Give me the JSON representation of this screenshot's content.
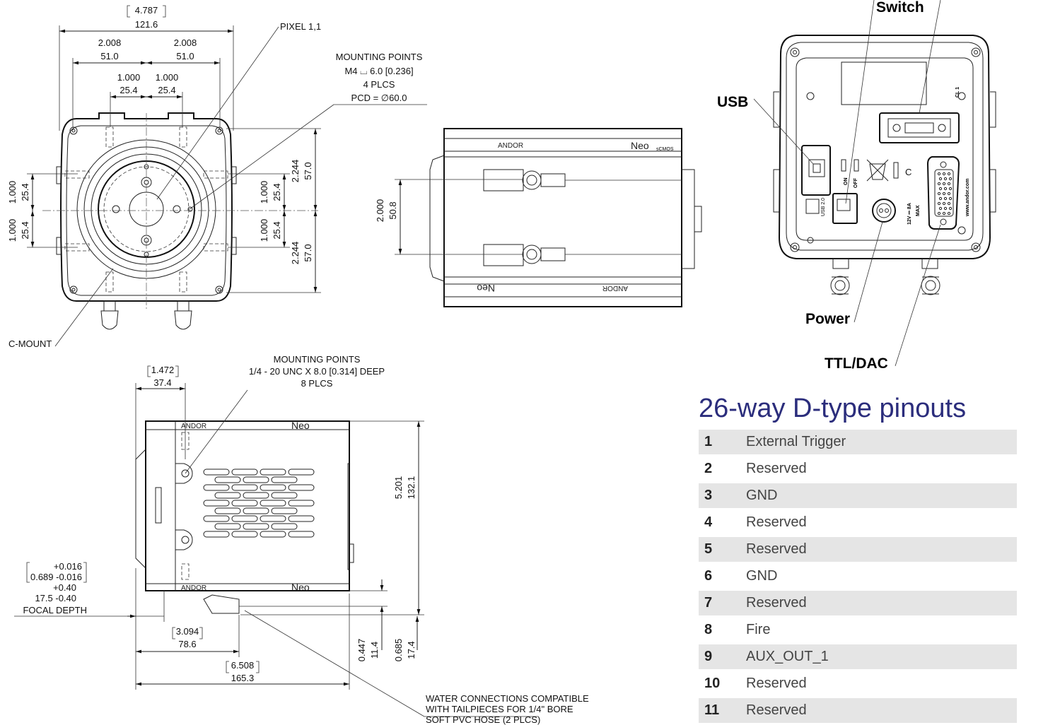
{
  "front_view": {
    "overall_width": {
      "inch": "4.787",
      "mm": "121.6"
    },
    "half_width_left": {
      "inch": "2.008",
      "mm": "51.0"
    },
    "half_width_right": {
      "inch": "2.008",
      "mm": "51.0"
    },
    "quarter_left": {
      "inch": "1.000",
      "mm": "25.4"
    },
    "quarter_right": {
      "inch": "1.000",
      "mm": "25.4"
    },
    "pixel_label": "PIXEL 1,1",
    "mounting_points": [
      "MOUNTING POINTS",
      "M4 ⌴ 6.0 [0.236]",
      "4 PLCS",
      "PCD = ∅60.0"
    ],
    "left_upper": {
      "inch": "1.000",
      "mm": "25.4"
    },
    "left_lower": {
      "inch": "1.000",
      "mm": "25.4"
    },
    "right_upper": {
      "inch": "1.000",
      "mm": "25.4"
    },
    "right_lower": {
      "inch": "1.000",
      "mm": "25.4"
    },
    "height_upper": {
      "inch": "2.244",
      "mm": "57.0"
    },
    "height_lower": {
      "inch": "2.244",
      "mm": "57.0"
    },
    "c_mount_label": "C-MOUNT"
  },
  "top_view": {
    "brand": "ANDOR",
    "model": "Neo",
    "model_sub": "sCMOS",
    "height": {
      "inch": "2.000",
      "mm": "50.8"
    }
  },
  "side_view": {
    "mounting_points": [
      "MOUNTING POINTS",
      "1/4 - 20 UNC X 8.0 [0.314] DEEP",
      "8 PLCS"
    ],
    "front_depth": {
      "inch": "1.472",
      "mm": "37.4"
    },
    "height": {
      "inch": "5.201",
      "mm": "132.1"
    },
    "focal_depth": [
      "+0.016",
      "0.689 -0.016",
      "+0.40",
      "17.5 -0.40",
      "FOCAL DEPTH"
    ],
    "mount_offset": {
      "inch": "3.094",
      "mm": "78.6"
    },
    "length": {
      "inch": "6.508",
      "mm": "165.3"
    },
    "water_height_1": {
      "inch": "0.447",
      "mm": "11.4"
    },
    "water_height_2": {
      "inch": "0.685",
      "mm": "17.4"
    },
    "water_note": [
      "WATER CONNECTIONS COMPATIBLE",
      "WITH TAILPIECES FOR 1/4\" BORE",
      "SOFT PVC HOSE (2 PLCS)"
    ]
  },
  "rear_view": {
    "switch_label": "Switch",
    "usb_label": "USB",
    "power_label": "Power",
    "ttl_label": "TTL/DAC",
    "cl_label": "CL 1",
    "on_label": "ON",
    "off_label": "OFF",
    "usb_small": "USB 2.0",
    "power_rating": "12V ⎓ 8A",
    "power_max": "MAX",
    "website": "www.andor.com"
  },
  "pinouts": {
    "title": "26-way D-type pinouts",
    "rows": [
      {
        "num": "1",
        "signal": "External Trigger"
      },
      {
        "num": "2",
        "signal": "Reserved"
      },
      {
        "num": "3",
        "signal": "GND"
      },
      {
        "num": "4",
        "signal": "Reserved"
      },
      {
        "num": "5",
        "signal": "Reserved"
      },
      {
        "num": "6",
        "signal": "GND"
      },
      {
        "num": "7",
        "signal": "Reserved"
      },
      {
        "num": "8",
        "signal": "Fire"
      },
      {
        "num": "9",
        "signal": "AUX_OUT_1"
      },
      {
        "num": "10",
        "signal": "Reserved"
      },
      {
        "num": "11",
        "signal": "Reserved"
      }
    ]
  }
}
